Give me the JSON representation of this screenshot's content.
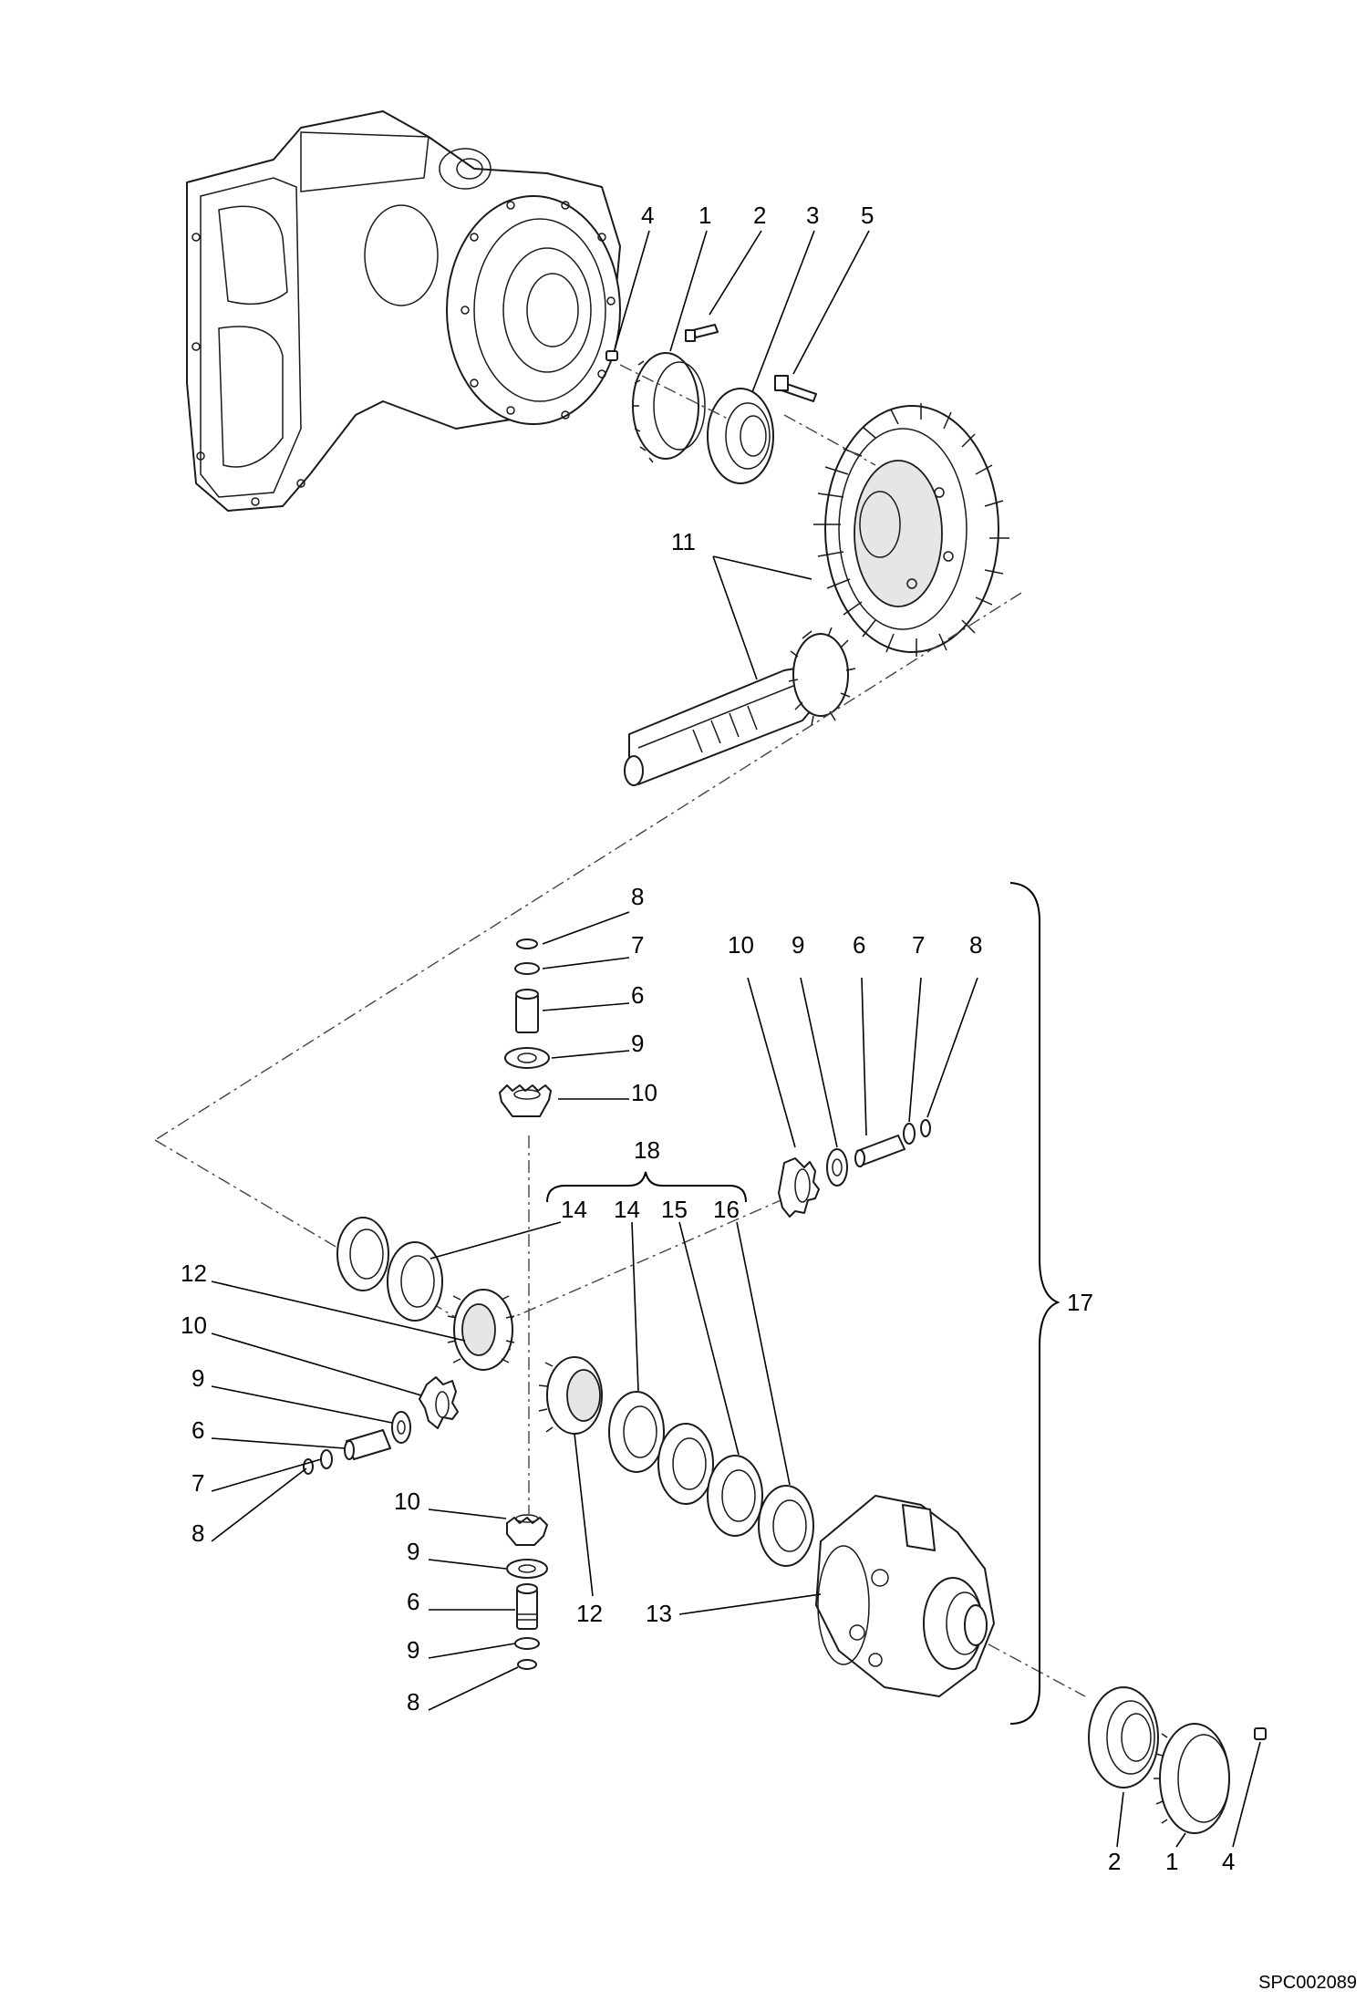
{
  "drawing_code": "SPC002089",
  "callouts": [
    {
      "id": "c-top-4",
      "text": "4",
      "part": "4"
    },
    {
      "id": "c-top-1",
      "text": "1",
      "part": "1"
    },
    {
      "id": "c-top-2",
      "text": "2",
      "part": "2"
    },
    {
      "id": "c-top-3",
      "text": "3",
      "part": "3"
    },
    {
      "id": "c-top-5",
      "text": "5",
      "part": "5"
    },
    {
      "id": "c-11",
      "text": "11",
      "part": "11"
    },
    {
      "id": "c-8a",
      "text": "8",
      "part": "8"
    },
    {
      "id": "c-7a",
      "text": "7",
      "part": "7"
    },
    {
      "id": "c-6a",
      "text": "6",
      "part": "6"
    },
    {
      "id": "c-9a",
      "text": "9",
      "part": "9"
    },
    {
      "id": "c-10a",
      "text": "10",
      "part": "10"
    },
    {
      "id": "c-10b",
      "text": "10",
      "part": "10"
    },
    {
      "id": "c-9b",
      "text": "9",
      "part": "9"
    },
    {
      "id": "c-6b",
      "text": "6",
      "part": "6"
    },
    {
      "id": "c-7b",
      "text": "7",
      "part": "7"
    },
    {
      "id": "c-8b",
      "text": "8",
      "part": "8"
    },
    {
      "id": "c-18",
      "text": "18",
      "part": "18"
    },
    {
      "id": "c-14a",
      "text": "14",
      "part": "14"
    },
    {
      "id": "c-14b",
      "text": "14",
      "part": "14"
    },
    {
      "id": "c-15",
      "text": "15",
      "part": "15"
    },
    {
      "id": "c-16",
      "text": "16",
      "part": "16"
    },
    {
      "id": "c-17",
      "text": "17",
      "part": "17"
    },
    {
      "id": "c-12a",
      "text": "12",
      "part": "12"
    },
    {
      "id": "c-10c",
      "text": "10",
      "part": "10"
    },
    {
      "id": "c-9c",
      "text": "9",
      "part": "9"
    },
    {
      "id": "c-6c",
      "text": "6",
      "part": "6"
    },
    {
      "id": "c-7c",
      "text": "7",
      "part": "7"
    },
    {
      "id": "c-8c",
      "text": "8",
      "part": "8"
    },
    {
      "id": "c-10d",
      "text": "10",
      "part": "10"
    },
    {
      "id": "c-9d",
      "text": "9",
      "part": "9"
    },
    {
      "id": "c-6d",
      "text": "6",
      "part": "6"
    },
    {
      "id": "c-9e",
      "text": "9",
      "part": "9"
    },
    {
      "id": "c-8d",
      "text": "8",
      "part": "8"
    },
    {
      "id": "c-12b",
      "text": "12",
      "part": "12"
    },
    {
      "id": "c-13",
      "text": "13",
      "part": "13"
    },
    {
      "id": "c-bot-2",
      "text": "2",
      "part": "2"
    },
    {
      "id": "c-bot-1",
      "text": "1",
      "part": "1"
    },
    {
      "id": "c-bot-4",
      "text": "4",
      "part": "4"
    }
  ]
}
